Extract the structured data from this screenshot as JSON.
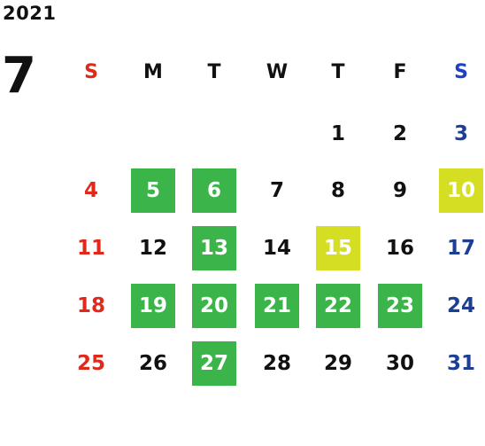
{
  "calendar": {
    "year": "2021",
    "month": "7",
    "weekdays": [
      {
        "label": "S",
        "color": "#e0281b"
      },
      {
        "label": "M",
        "color": "#111111"
      },
      {
        "label": "T",
        "color": "#111111"
      },
      {
        "label": "W",
        "color": "#111111"
      },
      {
        "label": "T",
        "color": "#111111"
      },
      {
        "label": "F",
        "color": "#111111"
      },
      {
        "label": "S",
        "color": "#1f3fc8"
      }
    ],
    "weeks": [
      [
        null,
        null,
        null,
        null,
        {
          "day": "1"
        },
        {
          "day": "2"
        },
        {
          "day": "3"
        }
      ],
      [
        {
          "day": "4"
        },
        {
          "day": "5",
          "highlight": "green"
        },
        {
          "day": "6",
          "highlight": "green"
        },
        {
          "day": "7"
        },
        {
          "day": "8"
        },
        {
          "day": "9"
        },
        {
          "day": "10",
          "highlight": "yellow"
        }
      ],
      [
        {
          "day": "11"
        },
        {
          "day": "12"
        },
        {
          "day": "13",
          "highlight": "green"
        },
        {
          "day": "14"
        },
        {
          "day": "15",
          "highlight": "yellow"
        },
        {
          "day": "16"
        },
        {
          "day": "17"
        }
      ],
      [
        {
          "day": "18"
        },
        {
          "day": "19",
          "highlight": "green"
        },
        {
          "day": "20",
          "highlight": "green"
        },
        {
          "day": "21",
          "highlight": "green"
        },
        {
          "day": "22",
          "highlight": "green"
        },
        {
          "day": "23",
          "highlight": "green"
        },
        {
          "day": "24"
        }
      ],
      [
        {
          "day": "25"
        },
        {
          "day": "26"
        },
        {
          "day": "27",
          "highlight": "green"
        },
        {
          "day": "28"
        },
        {
          "day": "29"
        },
        {
          "day": "30"
        },
        {
          "day": "31"
        }
      ]
    ],
    "colors": {
      "sunday": "#e0281b",
      "saturday": "#1c3f94",
      "weekday": "#111111",
      "green": "#3bb54a",
      "yellow": "#d5de23"
    }
  }
}
